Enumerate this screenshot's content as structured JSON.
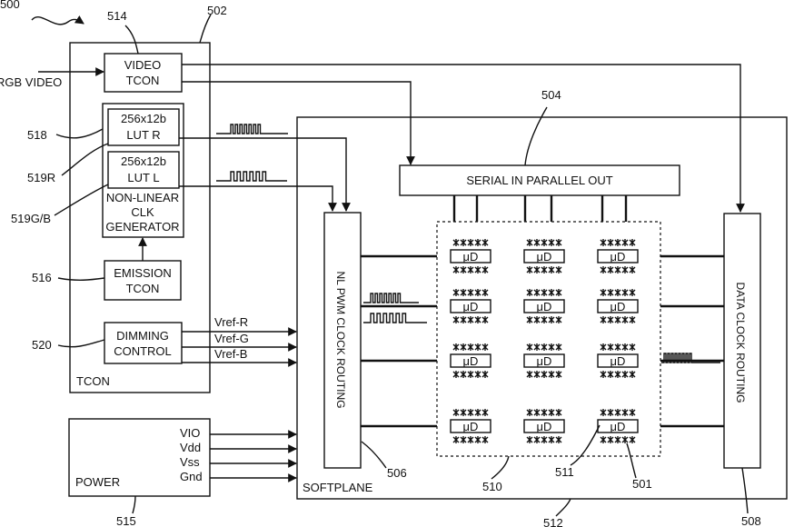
{
  "figure_number": "500",
  "input_label": "RGB VIDEO",
  "tcon": {
    "ref": "502",
    "label": "TCON",
    "video_tcon": {
      "ref": "514",
      "line1": "VIDEO",
      "line2": "TCON"
    },
    "lut_r": {
      "ref": "519R",
      "line1": "256x12b",
      "line2": "LUT R"
    },
    "lut_l": {
      "ref": "519G/B",
      "line1": "256x12b",
      "line2": "LUT L"
    },
    "nl_clk_gen": {
      "ref": "518",
      "line1": "NON-LINEAR",
      "line2": "CLK",
      "line3": "GENERATOR"
    },
    "emission_tcon": {
      "ref": "516",
      "line1": "EMISSION",
      "line2": "TCON"
    },
    "dimming_control": {
      "ref": "520",
      "line1": "DIMMING",
      "line2": "CONTROL"
    }
  },
  "vref_labels": [
    "Vref-R",
    "Vref-G",
    "Vref-B"
  ],
  "power": {
    "ref": "515",
    "label": "POWER",
    "rails": [
      "VIO",
      "Vdd",
      "Vss",
      "Gnd"
    ]
  },
  "softplane": {
    "ref": "512",
    "label": "SOFTPLANE",
    "sipo": {
      "ref": "504",
      "label": "SERIAL IN PARALLEL OUT"
    },
    "nl_pwm": {
      "ref": "506",
      "label": "NL PWM CLOCK ROUTING"
    },
    "data_clock": {
      "ref": "508",
      "label": "DATA CLOCK ROUTING"
    },
    "array": {
      "ref": "510",
      "chip_label": "μD",
      "rows": 4,
      "cols": 3
    },
    "chip_ref": "511",
    "led_ref": "501"
  },
  "pwm_signal": {
    "pulses_fine": 7,
    "pulses_coarse": 6
  }
}
